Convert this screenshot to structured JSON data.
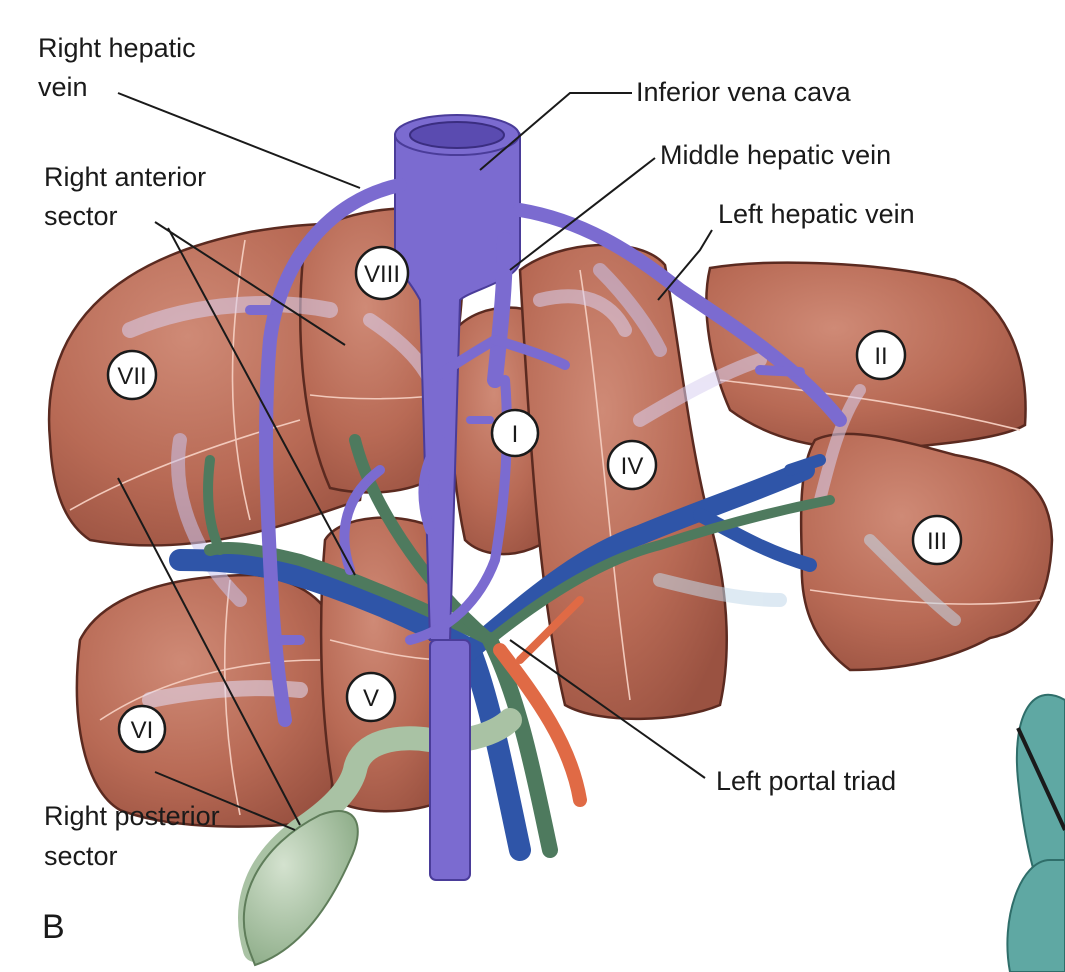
{
  "figure": {
    "panel_letter": "B",
    "labels": {
      "right_hepatic_vein": [
        "Right hepatic",
        "vein"
      ],
      "inferior_vena_cava": "Inferior vena cava",
      "middle_hepatic_vein": "Middle hepatic vein",
      "left_hepatic_vein": "Left hepatic vein",
      "right_anterior_sector": [
        "Right anterior",
        "sector"
      ],
      "left_portal_triad": "Left portal triad",
      "right_posterior_sector": [
        "Right posterior",
        "sector"
      ]
    },
    "segments": [
      "I",
      "II",
      "III",
      "IV",
      "V",
      "VI",
      "VII",
      "VIII"
    ],
    "colors": {
      "liver": "#b86a55",
      "liver_edge": "#5b2a20",
      "hepatic_vein": "#7b6bd0",
      "portal_vein": "#2f55a8",
      "bile_duct": "#4e7a5e",
      "hepatic_artery": "#e06a45",
      "gallbladder": "#a9c2a4",
      "decoration": "#5fa8a3"
    }
  }
}
